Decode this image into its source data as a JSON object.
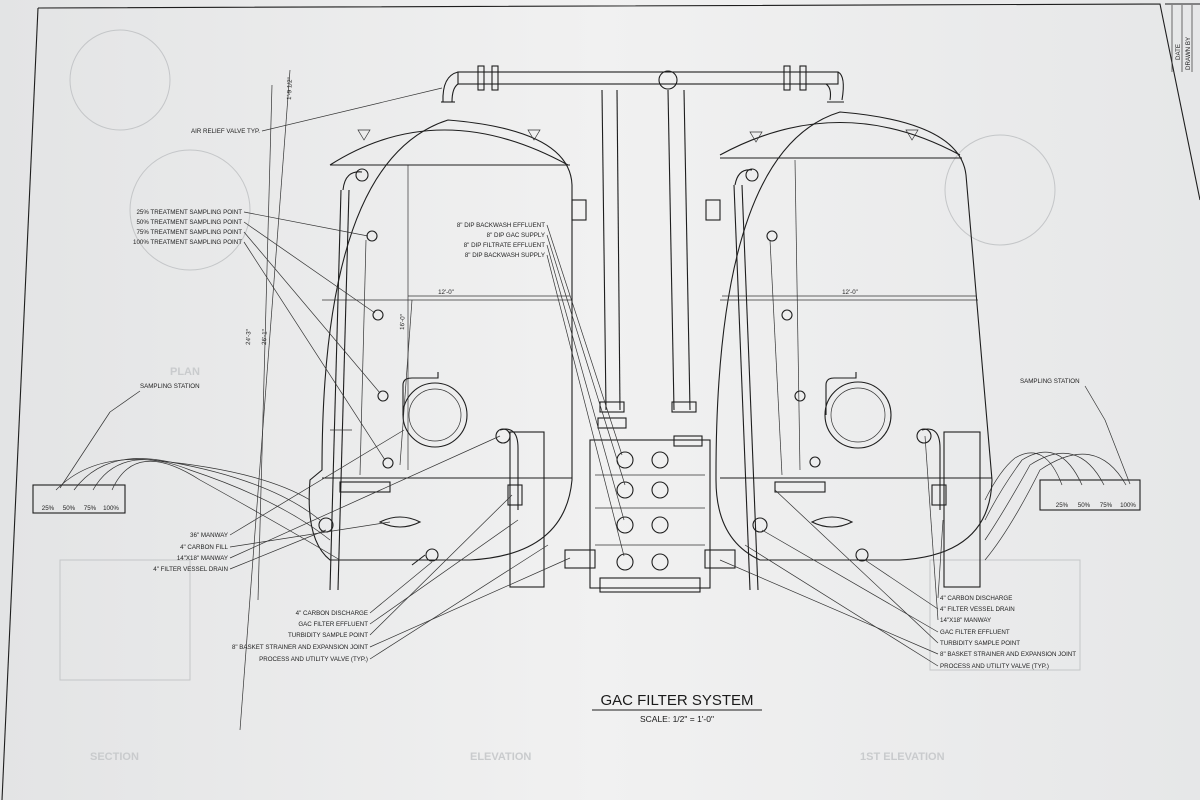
{
  "drawing": {
    "title": "GAC FILTER SYSTEM",
    "scale": "SCALE: 1/2\" = 1'-0\"",
    "title_block": {
      "date": "DATE",
      "drawn_by": "DRAWN BY"
    }
  },
  "callouts_left_top": {
    "air_relief": "AIR RELIEF VALVE TYP.",
    "sampling_points": [
      "25% TREATMENT SAMPLING POINT",
      "50% TREATMENT SAMPLING POINT",
      "75% TREATMENT SAMPLING POINT",
      "100% TREATMENT SAMPLING POINT"
    ],
    "sampling_station": "SAMPLING STATION"
  },
  "callouts_center": [
    "8\" DIP BACKWASH EFFLUENT",
    "8\" DIP GAC SUPPLY",
    "8\" DIP FILTRATE EFFLUENT",
    "8\" DIP BACKWASH SUPPLY"
  ],
  "callouts_left_bottom": [
    "36\" MANWAY",
    "4\" CARBON FILL",
    "14\"X18\" MANWAY",
    "4\" FILTER VESSEL DRAIN"
  ],
  "callouts_bottom_center": [
    "4\" CARBON DISCHARGE",
    "GAC FILTER EFFLUENT",
    "TURBIDITY SAMPLE POINT",
    "8\" BASKET STRAINER AND EXPANSION JOINT",
    "PROCESS AND UTILITY VALVE (TYP.)"
  ],
  "callouts_right": {
    "sampling_station": "SAMPLING STATION",
    "items": [
      "4\" CARBON DISCHARGE",
      "4\" FILTER VESSEL DRAIN",
      "14\"X18\" MANWAY",
      "GAC FILTER EFFLUENT",
      "TURBIDITY SAMPLE POINT",
      "8\" BASKET STRAINER AND EXPANSION JOINT",
      "PROCESS AND UTILITY VALVE (TYP.)"
    ]
  },
  "dimensions": {
    "overall_a": "24'-3\"",
    "overall_b": "26'-1\"",
    "top": "1'-9 1/2\"",
    "shell": "16'-0\"",
    "left_diameter": "12'-0\"",
    "right_diameter": "12'-0\""
  },
  "sampling_panel_left": [
    "25%",
    "50%",
    "75%",
    "100%"
  ],
  "sampling_panel_right": [
    "25%",
    "50%",
    "75%",
    "100%"
  ],
  "faded_background_text": [
    "PLAN",
    "ELEVATION",
    "SECTION",
    "1ST ELEVATION"
  ]
}
